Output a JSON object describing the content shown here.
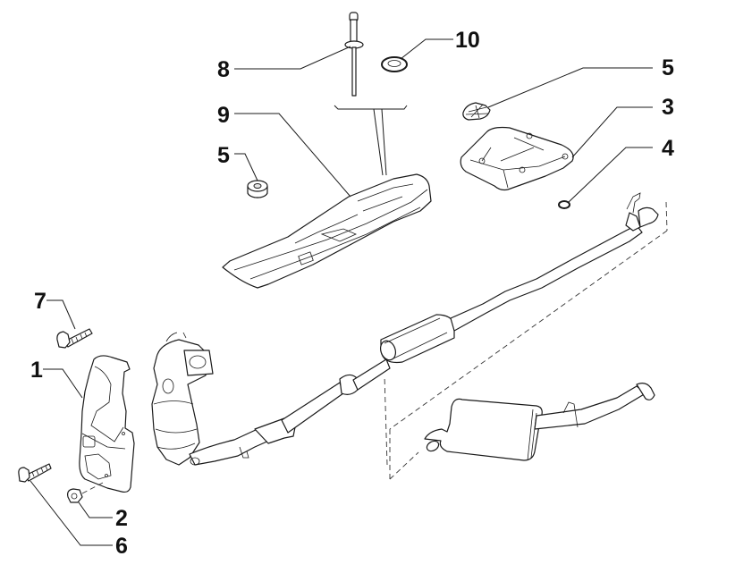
{
  "diagram": {
    "title": "",
    "kind": "exploded parts diagram - exhaust system",
    "callouts": [
      {
        "id": "c8",
        "label": "8",
        "part": "rivet / stud"
      },
      {
        "id": "c10",
        "label": "10",
        "part": "washer"
      },
      {
        "id": "c5a",
        "label": "5",
        "part": "speed nut clip"
      },
      {
        "id": "c9",
        "label": "9",
        "part": "underbody heat shield"
      },
      {
        "id": "c3",
        "label": "3",
        "part": "heat shield plate"
      },
      {
        "id": "c5b",
        "label": "5",
        "part": "nut"
      },
      {
        "id": "c4",
        "label": "4",
        "part": "small washer"
      },
      {
        "id": "c7",
        "label": "7",
        "part": "bolt"
      },
      {
        "id": "c1",
        "label": "1",
        "part": "catalytic converter heat shield"
      },
      {
        "id": "c2",
        "label": "2",
        "part": "nut"
      },
      {
        "id": "c6",
        "label": "6",
        "part": "bolt"
      }
    ],
    "colors": {
      "line": "#1a1a1a",
      "background": "#ffffff",
      "text": "#111111"
    }
  }
}
